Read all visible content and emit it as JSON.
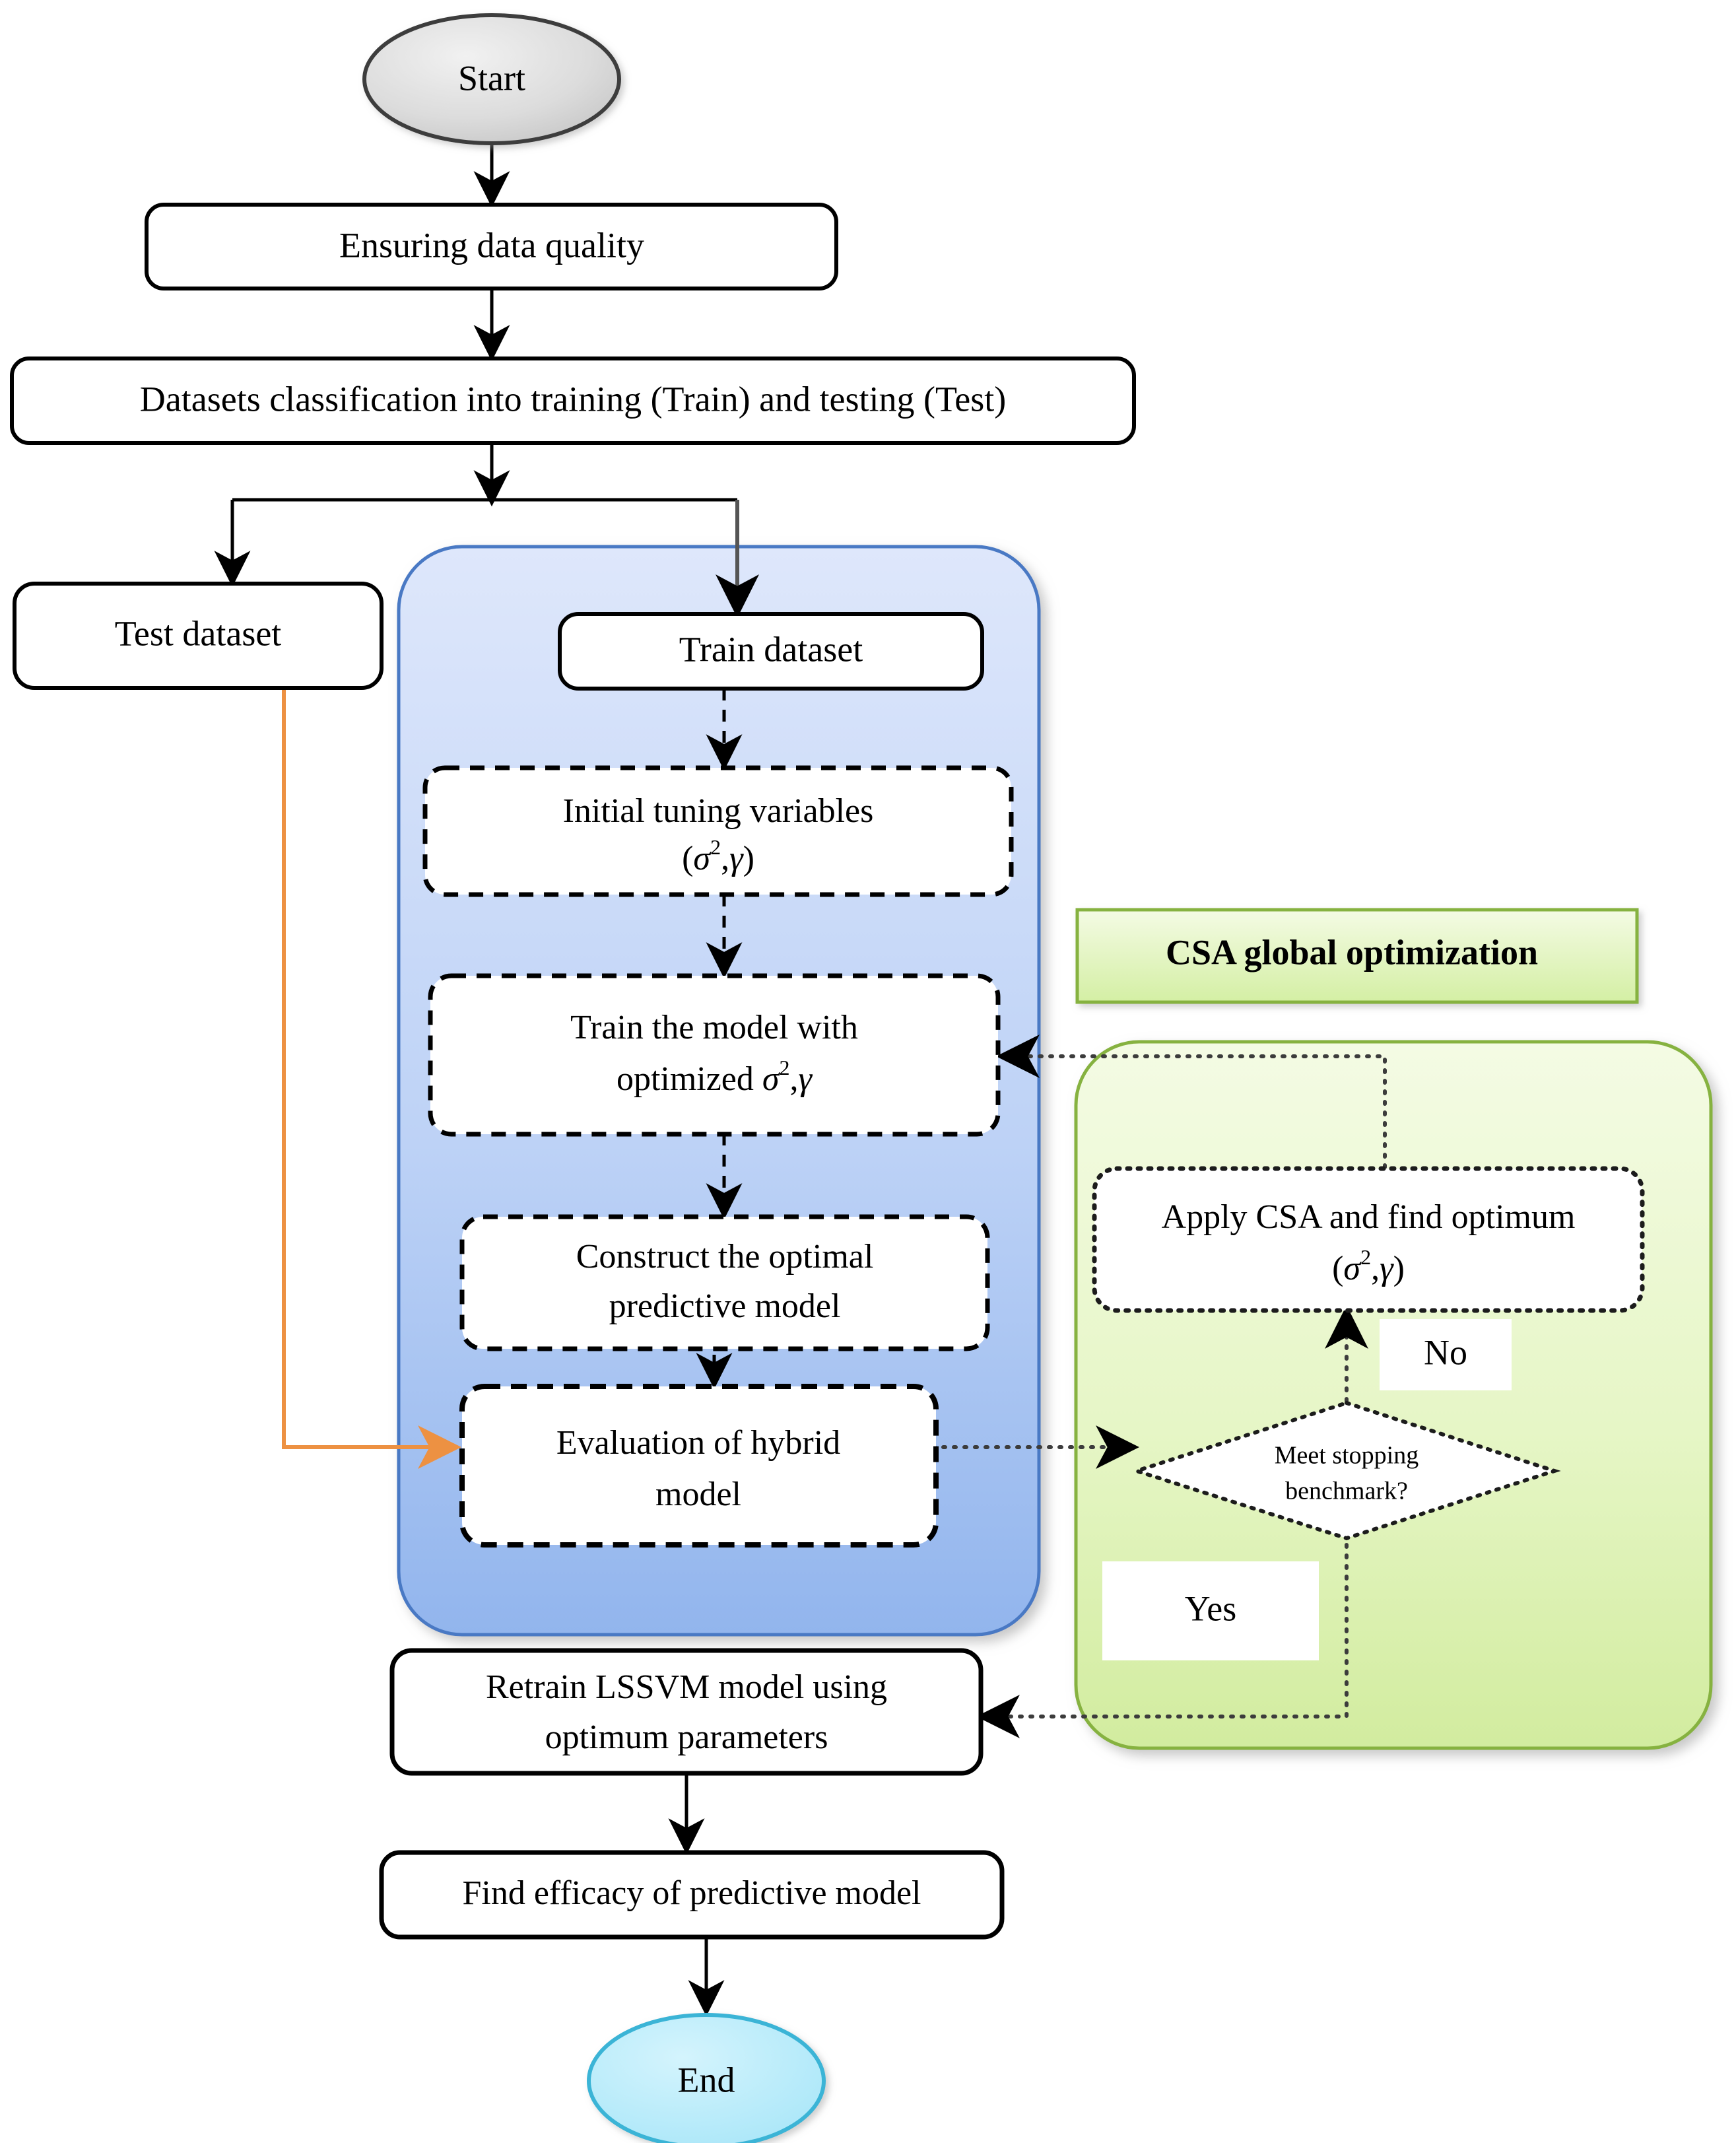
{
  "diagram": {
    "title_block": {
      "label": "CSA global optimization"
    },
    "nodes": {
      "start": {
        "label": "Start",
        "shape": "ellipse",
        "fill": "#d9d9d9"
      },
      "ensure_quality": {
        "label": "Ensuring data quality",
        "shape": "rounded-rect"
      },
      "datasets_classification": {
        "label": "Datasets classification into training (Train) and testing (Test)",
        "shape": "rounded-rect"
      },
      "test_dataset": {
        "label": "Test dataset",
        "shape": "rounded-rect"
      },
      "train_dataset": {
        "label": "Train dataset",
        "shape": "rounded-rect"
      },
      "initial_tuning": {
        "line1": "Initial tuning variables",
        "line2_pre": "(",
        "line2_sigma": "σ",
        "line2_sup": "2",
        "line2_mid": ",",
        "line2_gamma": "γ",
        "line2_post": ")",
        "shape": "dashed-rect"
      },
      "train_model": {
        "line1": "Train the model with",
        "line2_pre": "optimized ",
        "line2_sigma": "σ",
        "line2_sup": "2",
        "line2_mid": ",",
        "line2_gamma": "γ",
        "shape": "dashed-rect"
      },
      "construct_model": {
        "line1": "Construct the optimal",
        "line2": "predictive model",
        "shape": "dashed-rect"
      },
      "evaluation": {
        "line1": "Evaluation of hybrid",
        "line2": "model",
        "shape": "dashed-rect"
      },
      "apply_csa": {
        "line1": "Apply CSA and find optimum",
        "line2_pre": "(",
        "line2_sigma": "σ",
        "line2_sup": "2",
        "line2_mid": ",",
        "line2_gamma": "γ",
        "line2_post": ")",
        "shape": "dotted-rect"
      },
      "decision": {
        "line1": "Meet stopping",
        "line2": "benchmark?",
        "shape": "diamond"
      },
      "retrain": {
        "line1": "Retrain LSSVM model using",
        "line2": "optimum parameters",
        "shape": "rounded-rect"
      },
      "find_efficacy": {
        "label": "Find efficacy of predictive model",
        "shape": "rounded-rect"
      },
      "end": {
        "label": "End",
        "shape": "ellipse",
        "fill": "#aee9f7"
      }
    },
    "edge_labels": {
      "no": "No",
      "yes": "Yes"
    },
    "containers": {
      "blue_panel": {
        "fill_top": "#dce6fa",
        "fill_bottom": "#90b4ec",
        "stroke": "#4a79c4"
      },
      "green_panel": {
        "fill_top": "#f2fade",
        "fill_bottom": "#d3eda1",
        "stroke": "#89b54a"
      },
      "header_box": {
        "fill_top": "#f1fadd",
        "fill_bottom": "#d6f0a8",
        "stroke": "#86b23f"
      }
    },
    "colors": {
      "orange_connector": "#ed9142",
      "black": "#000000",
      "dotted_gray": "#404040"
    }
  }
}
